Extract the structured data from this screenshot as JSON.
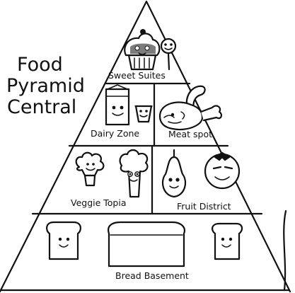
{
  "title": {
    "line1": "Food",
    "line2": "Pyramid",
    "line3": "Central"
  },
  "sections": {
    "sweet": "Sweet Suites",
    "dairy": "Dairy Zone",
    "meat": "Meat spot",
    "veggie": "Veggie Topia",
    "fruit": "Fruit District",
    "bread": "Bread Basement"
  },
  "colors": {
    "ink": "#111111",
    "background": "#ffffff"
  }
}
